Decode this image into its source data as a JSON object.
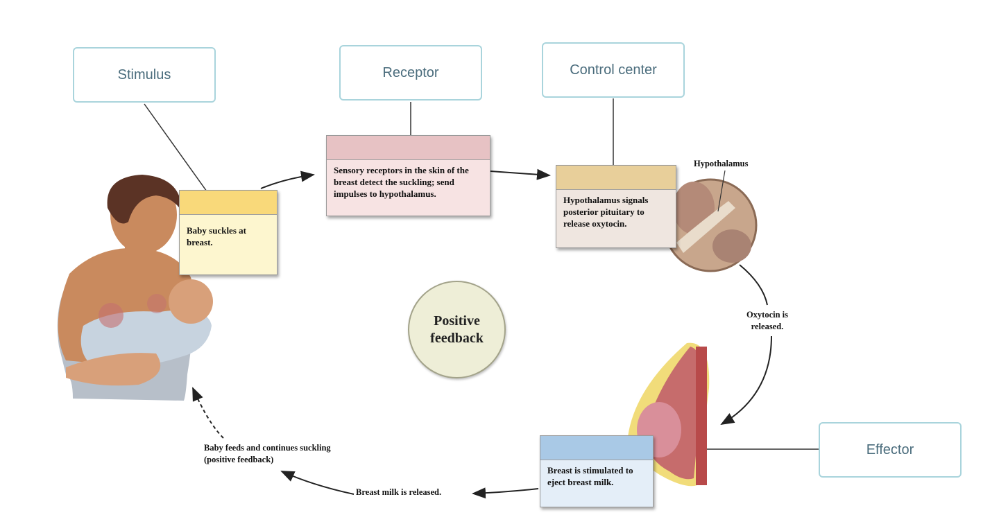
{
  "labels": {
    "stimulus": "Stimulus",
    "receptor": "Receptor",
    "control_center": "Control center",
    "effector": "Effector"
  },
  "boxes": {
    "stimulus_text": "Baby suckles at breast.",
    "receptor_text": "Sensory receptors in the skin of the breast detect the suckling; send impulses to hypothalamus.",
    "control_text": "Hypothalamus signals posterior pituitary to release oxytocin.",
    "effector_text": "Breast is stimulated to eject breast milk."
  },
  "annotations": {
    "hypothalamus": "Hypothalamus",
    "oxytocin": "Oxytocin is released.",
    "milk_released": "Breast milk is released.",
    "baby_feeds": "Baby feeds and continues suckling (positive feedback)"
  },
  "center": {
    "title": "Positive feedback"
  },
  "colors": {
    "stimulus_band": "#f9d97a",
    "stimulus_body": "#fdf6cf",
    "receptor_band": "#e7c2c4",
    "receptor_body": "#f7e3e3",
    "control_band": "#e8cf9a",
    "control_body": "#efe6e0",
    "effector_band": "#a9c9e6",
    "effector_body": "#e4eef8",
    "label_border": "#a9d4dc"
  }
}
